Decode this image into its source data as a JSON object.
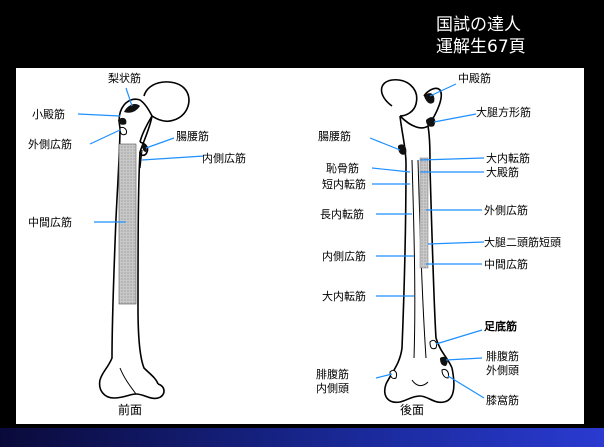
{
  "header": {
    "line1": "国試の達人",
    "line2": "運解生67頁"
  },
  "front_view": {
    "caption": "前面",
    "labels": {
      "piriformis": "梨状筋",
      "gluteus_minimus": "小殿筋",
      "vastus_lateralis": "外側広筋",
      "iliopsoas": "腸腰筋",
      "vastus_medialis": "内側広筋",
      "vastus_intermedius": "中間広筋"
    }
  },
  "back_view": {
    "caption": "後面",
    "labels": {
      "gluteus_medius": "中殿筋",
      "quadratus_femoris": "大腿方形筋",
      "iliopsoas": "腸腰筋",
      "pectineus": "恥骨筋",
      "adductor_brevis": "短内転筋",
      "adductor_longus": "長内転筋",
      "vastus_medialis": "内側広筋",
      "adductor_magnus_left": "大内転筋",
      "adductor_magnus_right": "大内転筋",
      "gluteus_maximus": "大殿筋",
      "vastus_lateralis": "外側広筋",
      "biceps_short_head": "大腿二頭筋短頭",
      "vastus_intermedius": "中間広筋",
      "plantaris": "足底筋",
      "gastrocnemius_lateral_1": "腓腹筋",
      "gastrocnemius_lateral_2": "外側頭",
      "popliteus": "膝窩筋",
      "gastrocnemius_medial_1": "腓腹筋",
      "gastrocnemius_medial_2": "内側頭"
    }
  },
  "colors": {
    "line": "#1e90ff",
    "bone_stroke": "#000000",
    "attachment": "#111111",
    "shaded": "#bdbdbd"
  }
}
